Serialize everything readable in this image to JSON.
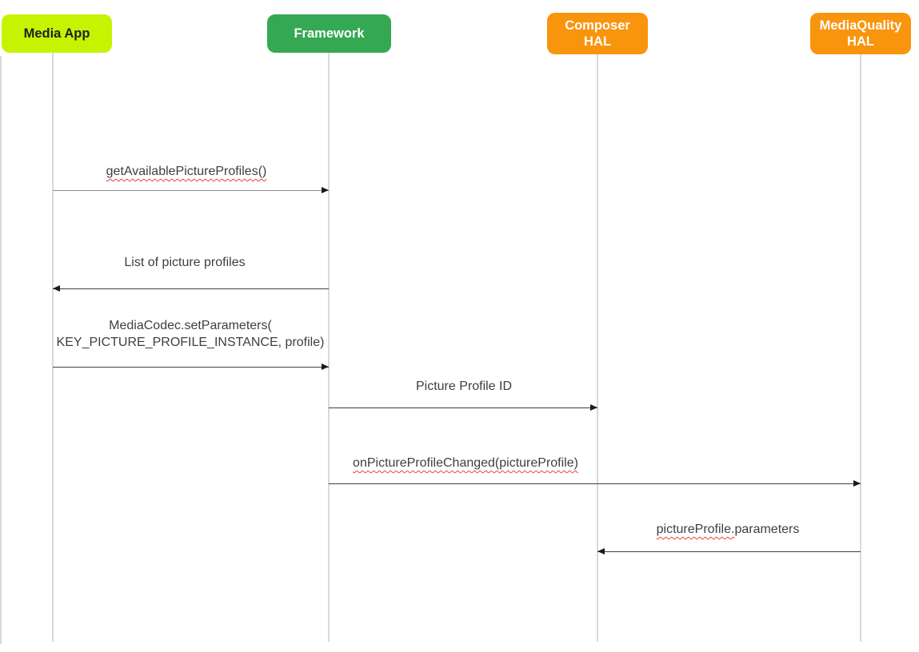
{
  "diagram": {
    "type": "sequence-diagram",
    "actors": [
      {
        "label": "Media App",
        "color": "#c6f400"
      },
      {
        "label": "Framework",
        "color": "#34a853"
      },
      {
        "label": "Composer\nHAL",
        "color": "#f9940d"
      },
      {
        "label": "MediaQuality\nHAL",
        "color": "#f9940d"
      }
    ],
    "messages": [
      {
        "label": "getAvailablePictureProfiles()",
        "from": "Media App",
        "to": "Framework",
        "direction": "right",
        "spellcheck_underline": true
      },
      {
        "label": "List of picture profiles",
        "from": "Framework",
        "to": "Media App",
        "direction": "left",
        "spellcheck_underline": false
      },
      {
        "label": "MediaCodec.setParameters(\nKEY_PICTURE_PROFILE_INSTANCE, profile)",
        "from": "Media App",
        "to": "Framework",
        "direction": "right",
        "spellcheck_underline": false
      },
      {
        "label": "Picture Profile ID",
        "from": "Framework",
        "to": "Composer HAL",
        "direction": "right",
        "spellcheck_underline": false
      },
      {
        "label": "onPictureProfileChanged(pictureProfile)",
        "from": "Framework",
        "to": "MediaQuality HAL",
        "direction": "right",
        "spellcheck_underline": true
      },
      {
        "label_underlined": "pictureProfile.",
        "label_rest": "parameters",
        "from": "MediaQuality HAL",
        "to": "Composer HAL",
        "direction": "left",
        "spellcheck_underline": "partial"
      }
    ]
  },
  "colors": {
    "media_app_bg": "#c6f400",
    "framework_bg": "#34a853",
    "hal_bg": "#f9940d",
    "header_text_dark": "#202124",
    "header_text_light": "#ffffff",
    "message_text": "#3c4043",
    "lifeline": "#d9d9d9",
    "arrow": "#3f3f3f",
    "arrow_light": "#8c8c8c",
    "arrowhead": "#1b1b1b",
    "spellcheck": "#ea4335"
  }
}
